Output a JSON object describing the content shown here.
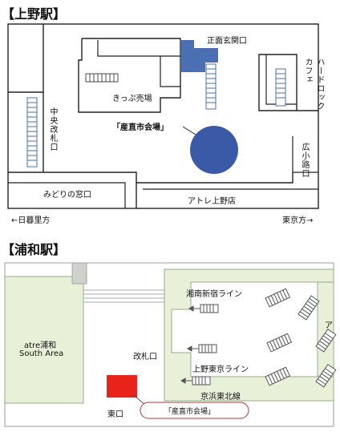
{
  "ueno": {
    "title": "【上野駅】",
    "labels": {
      "main_gate": "正面玄関口",
      "hard_rock": "ハードロックカフェ",
      "ticket_area": "きっぷ売場",
      "venue": "「産直市会場」",
      "central_gate": "中央改札口",
      "hirokoji": "広小路口",
      "midori": "みどりの窓口",
      "atre": "アトレ上野店",
      "left_dir": "←日暮里方",
      "right_dir": "東京方→"
    },
    "colors": {
      "venue_marker": "#3a5aa8",
      "structure": "#4a6fb3"
    }
  },
  "urawa": {
    "title": "【浦和駅】",
    "labels": {
      "shonan": "湘南新宿ライン",
      "atre_line1": "atre浦和",
      "atre_line2": "South Area",
      "gate": "改札口",
      "ueno_tokyo": "上野東京ライン",
      "keihin": "京浜東北線",
      "east_exit": "東口",
      "venue": "「産直市会場」",
      "edge_partial": "ア"
    },
    "colors": {
      "venue_marker": "#e8231a",
      "wall": "#e9f0d8"
    }
  }
}
